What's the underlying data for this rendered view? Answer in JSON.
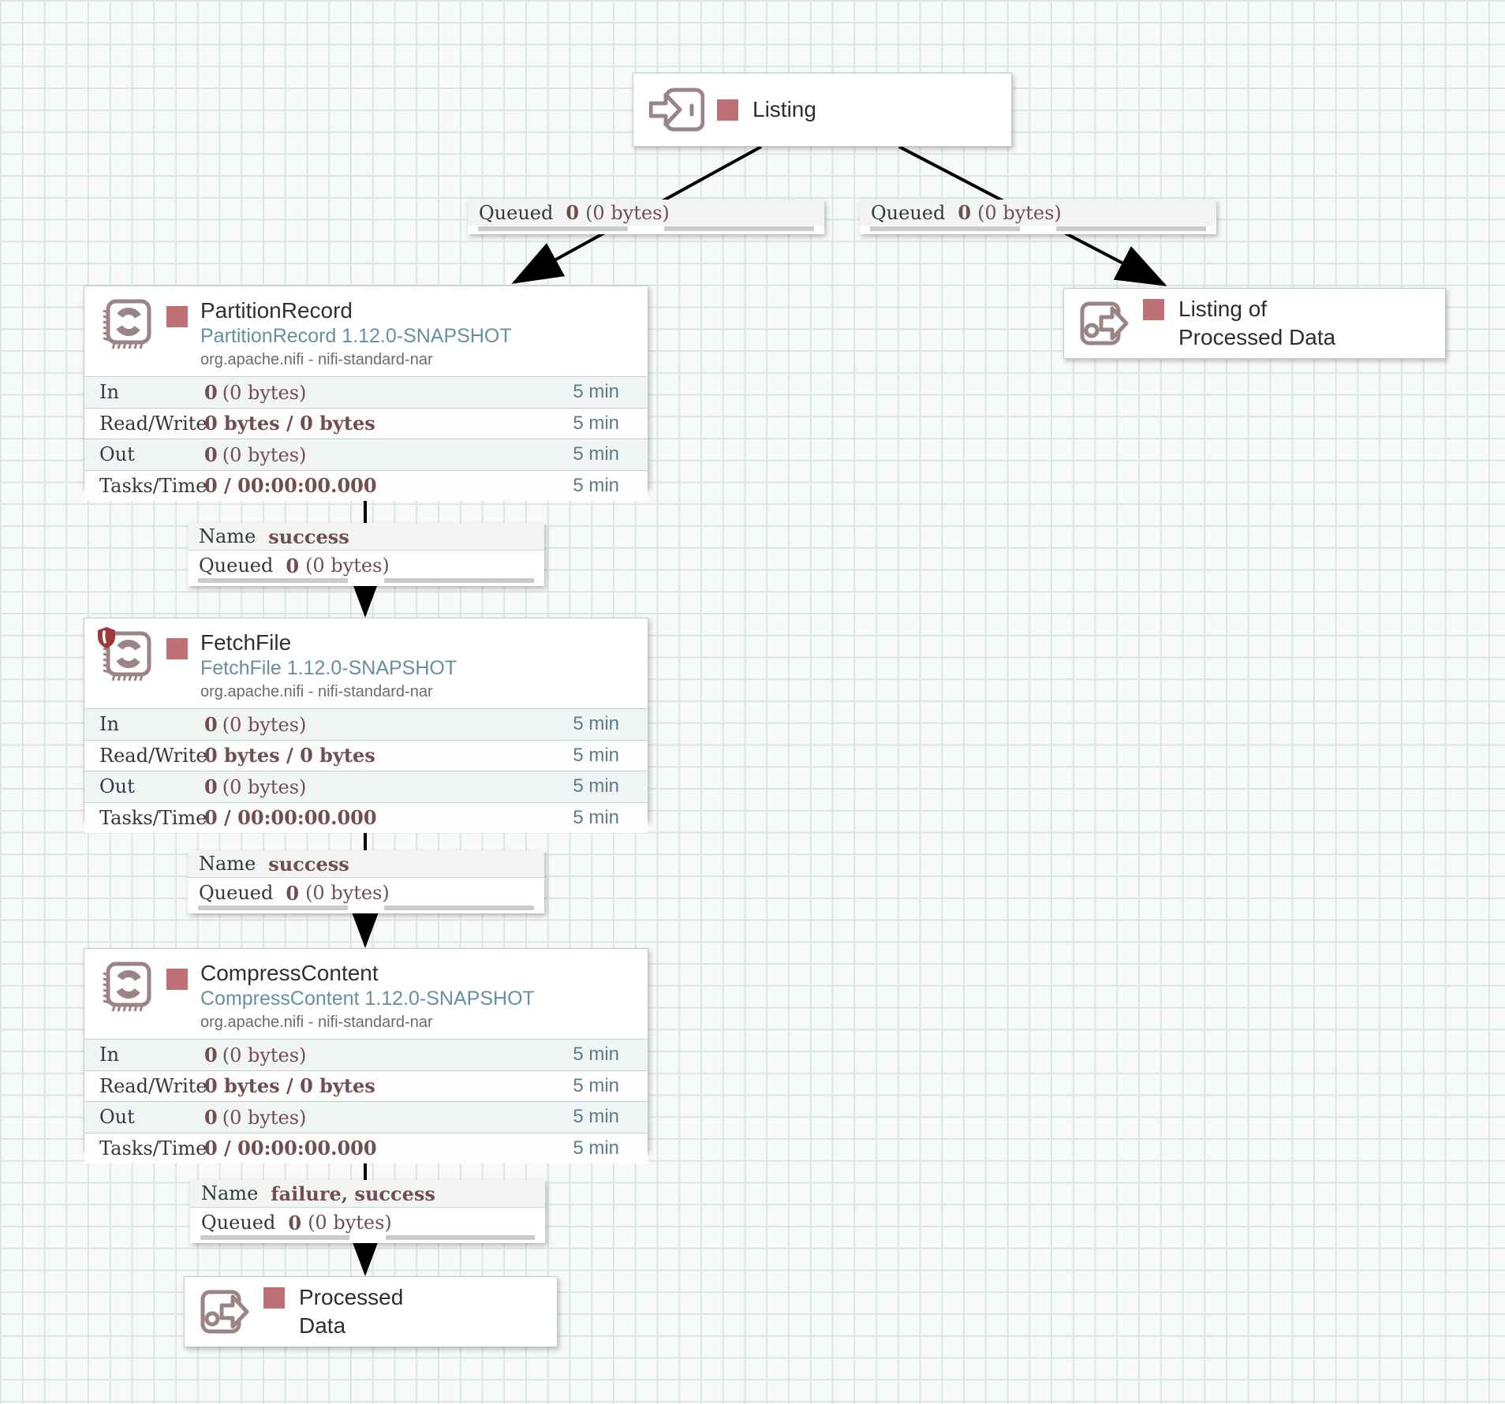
{
  "app": "Apache NiFi flow canvas",
  "colors": {
    "run_state_stopped": "#bf7074",
    "component_icon": "#9a8486",
    "stat_value": "#714e50",
    "processor_type_text": "#65909e",
    "time_text": "#5d7b88",
    "restricted_shield": "#9d383c",
    "grid_line": "#dce5e6"
  },
  "ports": {
    "listing": {
      "name": "Listing"
    },
    "listing_of_processed_data": {
      "line1": "Listing of",
      "line2": "Processed Data"
    },
    "processed_data": {
      "line1": "Processed",
      "line2": "Data"
    }
  },
  "processors": [
    {
      "name": "PartitionRecord",
      "type": "PartitionRecord 1.12.0-SNAPSHOT",
      "bundle": "org.apache.nifi - nifi-standard-nar",
      "stats": [
        {
          "label": "In",
          "bold": "0",
          "rest": "(0 bytes)",
          "time": "5 min"
        },
        {
          "label": "Read/Write",
          "bold": "0 bytes / 0 bytes",
          "rest": "",
          "time": "5 min"
        },
        {
          "label": "Out",
          "bold": "0",
          "rest": "(0 bytes)",
          "time": "5 min"
        },
        {
          "label": "Tasks/Time",
          "bold": "0 / 00:00:00.000",
          "rest": "",
          "time": "5 min"
        }
      ]
    },
    {
      "name": "FetchFile",
      "type": "FetchFile 1.12.0-SNAPSHOT",
      "bundle": "org.apache.nifi - nifi-standard-nar",
      "stats": [
        {
          "label": "In",
          "bold": "0",
          "rest": "(0 bytes)",
          "time": "5 min"
        },
        {
          "label": "Read/Write",
          "bold": "0 bytes / 0 bytes",
          "rest": "",
          "time": "5 min"
        },
        {
          "label": "Out",
          "bold": "0",
          "rest": "(0 bytes)",
          "time": "5 min"
        },
        {
          "label": "Tasks/Time",
          "bold": "0 / 00:00:00.000",
          "rest": "",
          "time": "5 min"
        }
      ]
    },
    {
      "name": "CompressContent",
      "type": "CompressContent 1.12.0-SNAPSHOT",
      "bundle": "org.apache.nifi - nifi-standard-nar",
      "stats": [
        {
          "label": "In",
          "bold": "0",
          "rest": "(0 bytes)",
          "time": "5 min"
        },
        {
          "label": "Read/Write",
          "bold": "0 bytes / 0 bytes",
          "rest": "",
          "time": "5 min"
        },
        {
          "label": "Out",
          "bold": "0",
          "rest": "(0 bytes)",
          "time": "5 min"
        },
        {
          "label": "Tasks/Time",
          "bold": "0 / 00:00:00.000",
          "rest": "",
          "time": "5 min"
        }
      ]
    }
  ],
  "connections": [
    {
      "queued_label": "Queued",
      "queued_bold": "0",
      "queued_rest": "(0 bytes)"
    },
    {
      "queued_label": "Queued",
      "queued_bold": "0",
      "queued_rest": "(0 bytes)"
    },
    {
      "name_label": "Name",
      "name_value": "success",
      "queued_label": "Queued",
      "queued_bold": "0",
      "queued_rest": "(0 bytes)"
    },
    {
      "name_label": "Name",
      "name_value": "success",
      "queued_label": "Queued",
      "queued_bold": "0",
      "queued_rest": "(0 bytes)"
    },
    {
      "name_label": "Name",
      "name_value": "failure, success",
      "queued_label": "Queued",
      "queued_bold": "0",
      "queued_rest": "(0 bytes)"
    }
  ]
}
